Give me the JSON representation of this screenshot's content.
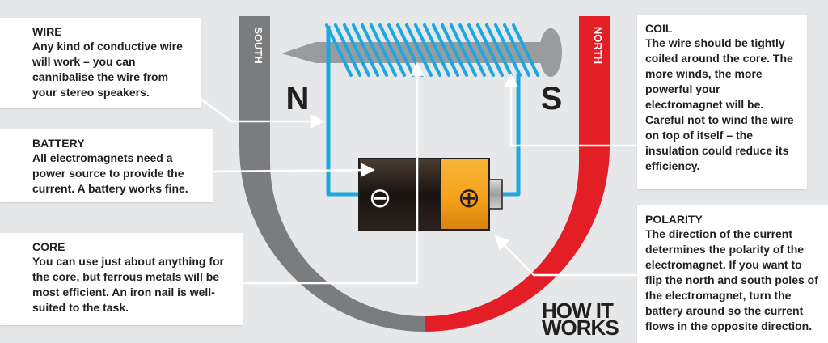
{
  "callouts": {
    "wire": {
      "title": "WIRE",
      "body": "Any kind of conductive wire will work – you can cannibalise the wire from your stereo speakers."
    },
    "battery": {
      "title": "BATTERY",
      "body": "All electromagnets need a power source to provide the current. A battery works fine."
    },
    "core": {
      "title": "CORE",
      "body": "You can use just about anything for the core, but ferrous metals will be most efficient. An iron nail is well-suited to the task."
    },
    "coil": {
      "title": "COIL",
      "body": "The wire should be tightly coiled around the core. The more winds, the more powerful your electromagnet will be. Careful not to wind the wire on top of itself – the insulation could reduce its efficiency."
    },
    "polarity": {
      "title": "POLARITY",
      "body": "The direction of the current determines the polarity of the electromagnet. If you want to flip the north and south poles of the electromagnet, turn the battery around so the current flows in the opposite direction."
    }
  },
  "magnet": {
    "south_label": "SOUTH",
    "north_label": "NORTH",
    "south_color": "#7b7c7e",
    "north_color": "#e31e26"
  },
  "electromagnet": {
    "pole_left": "N",
    "pole_right": "S",
    "wire_color": "#1ba7e1",
    "nail_color": "#9a9b9d"
  },
  "battery": {
    "negative_symbol": "⊖",
    "positive_symbol": "⊕",
    "positive_color": "#f7a21b"
  },
  "logo": {
    "line1": "HOW IT",
    "line2": "WORKS"
  }
}
